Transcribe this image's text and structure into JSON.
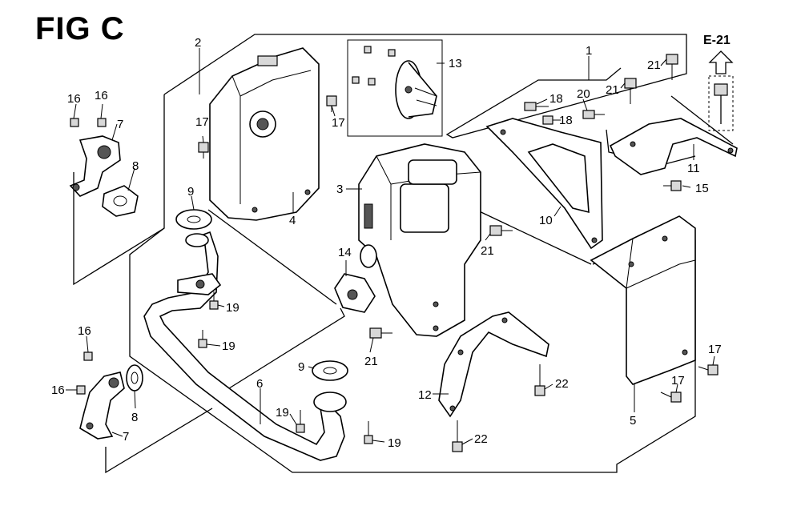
{
  "figure": {
    "title": "FIG C",
    "reference": "E-21"
  },
  "callouts": [
    {
      "id": "c1",
      "text": "1"
    },
    {
      "id": "c2",
      "text": "2"
    },
    {
      "id": "c3",
      "text": "3"
    },
    {
      "id": "c4",
      "text": "4"
    },
    {
      "id": "c5",
      "text": "5"
    },
    {
      "id": "c6",
      "text": "6"
    },
    {
      "id": "c7a",
      "text": "7"
    },
    {
      "id": "c7b",
      "text": "7"
    },
    {
      "id": "c8a",
      "text": "8"
    },
    {
      "id": "c8b",
      "text": "8"
    },
    {
      "id": "c9a",
      "text": "9"
    },
    {
      "id": "c9b",
      "text": "9"
    },
    {
      "id": "c10",
      "text": "10"
    },
    {
      "id": "c11",
      "text": "11"
    },
    {
      "id": "c12",
      "text": "12"
    },
    {
      "id": "c13",
      "text": "13"
    },
    {
      "id": "c14",
      "text": "14"
    },
    {
      "id": "c15",
      "text": "15"
    },
    {
      "id": "c16a",
      "text": "16"
    },
    {
      "id": "c16b",
      "text": "16"
    },
    {
      "id": "c16c",
      "text": "16"
    },
    {
      "id": "c16d",
      "text": "16"
    },
    {
      "id": "c17a",
      "text": "17"
    },
    {
      "id": "c17b",
      "text": "17"
    },
    {
      "id": "c17c",
      "text": "17"
    },
    {
      "id": "c17d",
      "text": "17"
    },
    {
      "id": "c18a",
      "text": "18"
    },
    {
      "id": "c18b",
      "text": "18"
    },
    {
      "id": "c19a",
      "text": "19"
    },
    {
      "id": "c19b",
      "text": "19"
    },
    {
      "id": "c19c",
      "text": "19"
    },
    {
      "id": "c19d",
      "text": "19"
    },
    {
      "id": "c20",
      "text": "20"
    },
    {
      "id": "c21a",
      "text": "21"
    },
    {
      "id": "c21b",
      "text": "21"
    },
    {
      "id": "c21c",
      "text": "21"
    },
    {
      "id": "c21d",
      "text": "21"
    },
    {
      "id": "c22a",
      "text": "22"
    },
    {
      "id": "c22b",
      "text": "22"
    }
  ]
}
